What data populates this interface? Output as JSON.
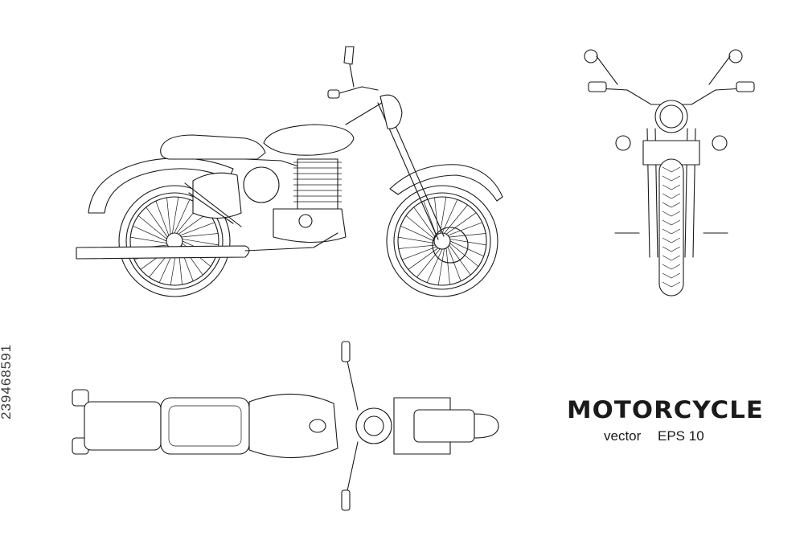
{
  "title": "MOTORCYCLE",
  "subtitle_left": "vector",
  "subtitle_right": "EPS 10",
  "stock_id": "239468591",
  "line_color": "#1a1a1a",
  "background": "#ffffff"
}
